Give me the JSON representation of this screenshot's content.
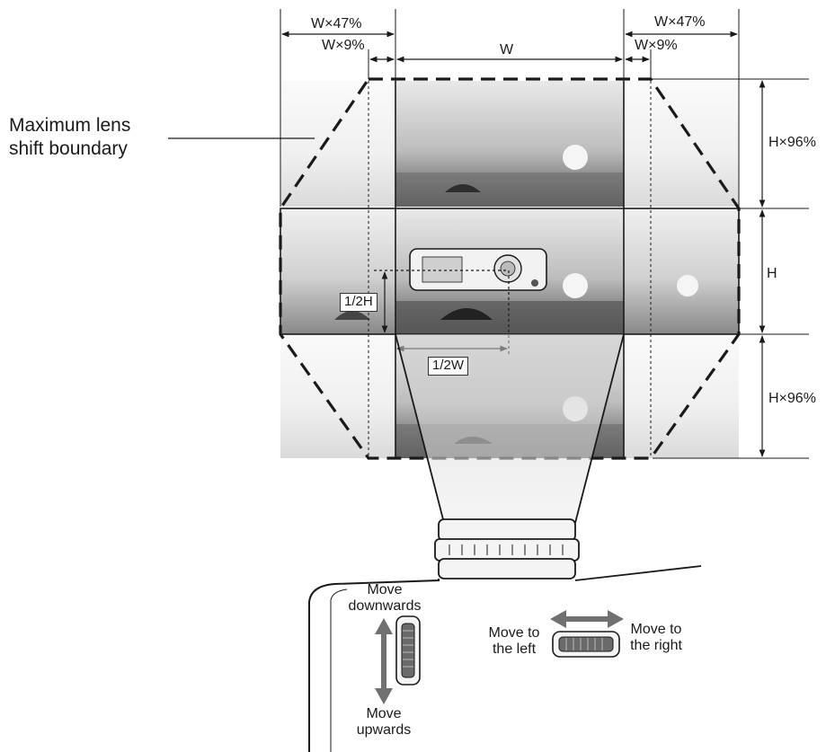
{
  "labels": {
    "boundary": "Maximum lens shift boundary",
    "w47_left": "W×47%",
    "w9_left": "W×9%",
    "w": "W",
    "w47_right": "W×47%",
    "w9_right": "W×9%",
    "h96_top": "H×96%",
    "h": "H",
    "h96_bottom": "H×96%",
    "half_h": "1/2H",
    "half_w": "1/2W"
  },
  "controls": {
    "vertical_up": "Move downwards",
    "vertical_down": "Move upwards",
    "horizontal_left": "Move to the left",
    "horizontal_right": "Move to the right"
  },
  "colors": {
    "line": "#1a1a1a",
    "screen_light": "#e8e8e8",
    "screen_dark": "#4a4a4a",
    "arrow": "#707070"
  }
}
